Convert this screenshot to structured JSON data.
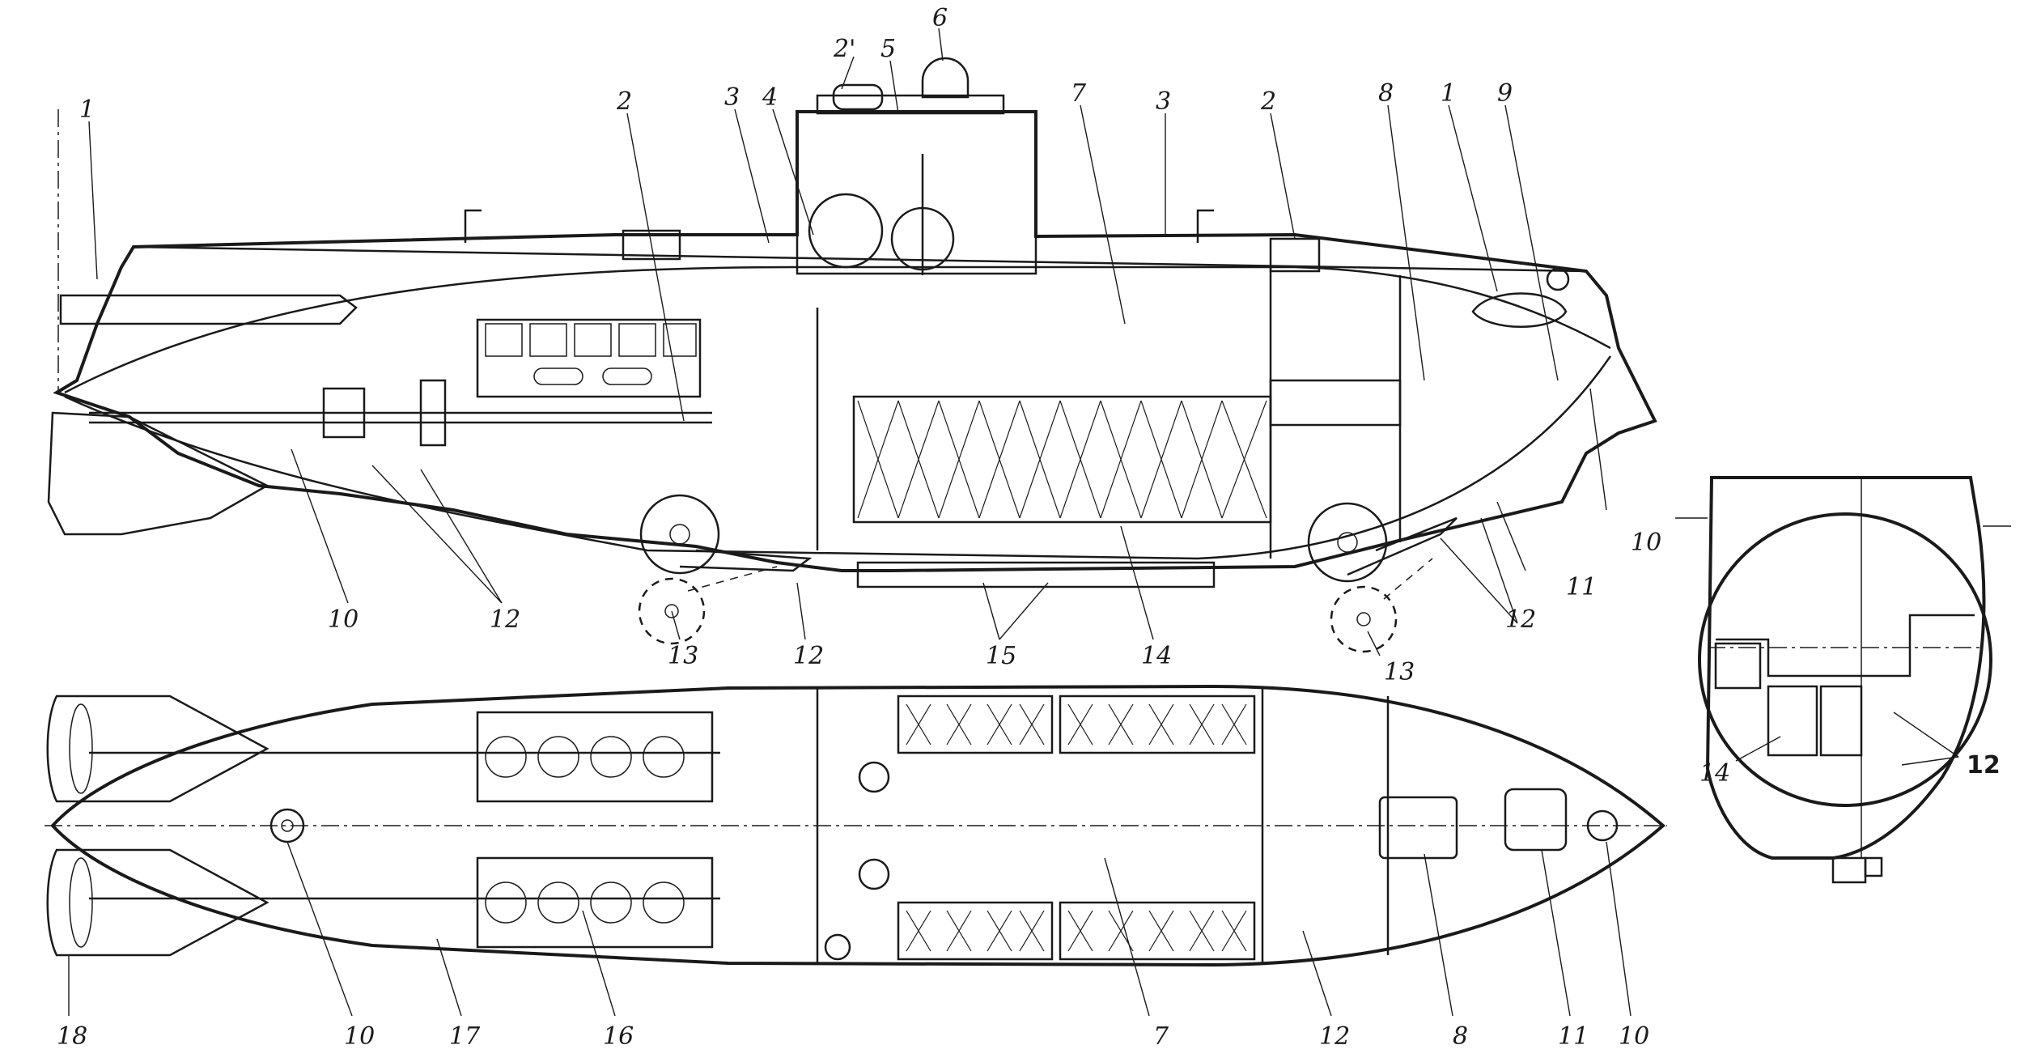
{
  "side_view": {
    "callouts": [
      {
        "id": "s1a",
        "text": "1"
      },
      {
        "id": "s2a",
        "text": "2"
      },
      {
        "id": "s2b",
        "text": "2'"
      },
      {
        "id": "s3a",
        "text": "3"
      },
      {
        "id": "s4",
        "text": "4"
      },
      {
        "id": "s5",
        "text": "5"
      },
      {
        "id": "s6",
        "text": "6"
      },
      {
        "id": "s7",
        "text": "7"
      },
      {
        "id": "s3b",
        "text": "3"
      },
      {
        "id": "s2c",
        "text": "2"
      },
      {
        "id": "s8",
        "text": "8"
      },
      {
        "id": "s1b",
        "text": "1"
      },
      {
        "id": "s9",
        "text": "9"
      },
      {
        "id": "s10a",
        "text": "10"
      },
      {
        "id": "s12a",
        "text": "12"
      },
      {
        "id": "s13a",
        "text": "13"
      },
      {
        "id": "s12b",
        "text": "12"
      },
      {
        "id": "s15",
        "text": "15"
      },
      {
        "id": "s14",
        "text": "14"
      },
      {
        "id": "s13b",
        "text": "13"
      },
      {
        "id": "s12c",
        "text": "12"
      },
      {
        "id": "s11",
        "text": "11"
      },
      {
        "id": "s10b",
        "text": "10"
      }
    ]
  },
  "plan_view": {
    "callouts": [
      {
        "id": "p18",
        "text": "18"
      },
      {
        "id": "p10a",
        "text": "10"
      },
      {
        "id": "p17",
        "text": "17"
      },
      {
        "id": "p16",
        "text": "16"
      },
      {
        "id": "p7",
        "text": "7"
      },
      {
        "id": "p12",
        "text": "12"
      },
      {
        "id": "p8",
        "text": "8"
      },
      {
        "id": "p11",
        "text": "11"
      },
      {
        "id": "p10b",
        "text": "10"
      }
    ]
  },
  "section_view": {
    "callouts": [
      {
        "id": "x14",
        "text": "14"
      },
      {
        "id": "x12",
        "text": "12"
      }
    ]
  }
}
